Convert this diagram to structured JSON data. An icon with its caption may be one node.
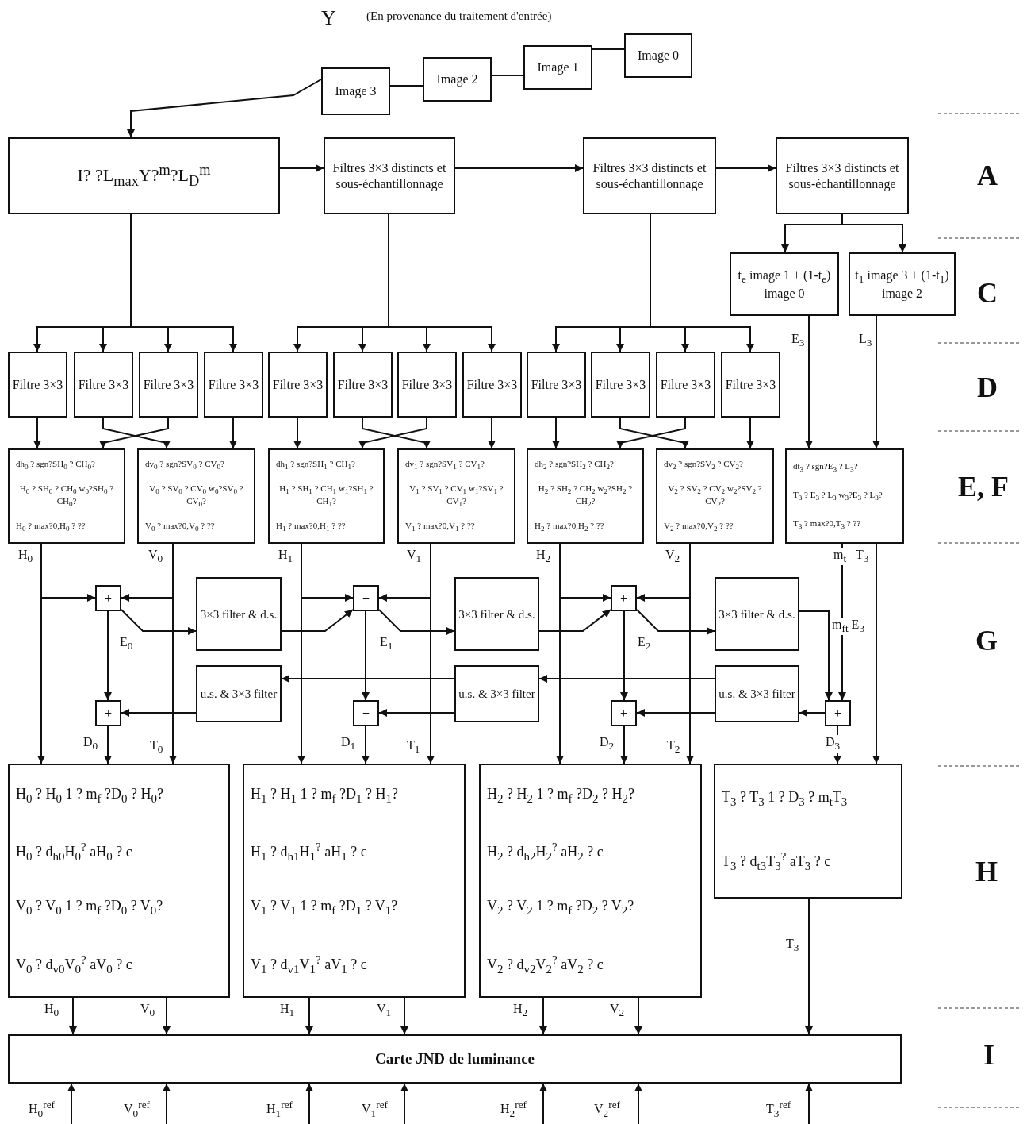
{
  "diagram": {
    "nodes": [
      {
        "text": [
          "Image 3"
        ]
      },
      {
        "text": [
          "Image 2"
        ]
      },
      {
        "text": [
          "Image 1"
        ]
      },
      {
        "text": [
          "Image 0"
        ]
      },
      {
        "text": [
          "I? ?L$_{max}$Y?$^{m}$?L$_{D}$$^{m}$"
        ]
      },
      {
        "text": [
          "Filtres 3×3 distincts et sous-échantillonnage"
        ]
      },
      {
        "text": [
          "Filtres 3×3 distincts et sous-échantillonnage"
        ]
      },
      {
        "text": [
          "Filtres 3×3 distincts et sous-échantillonnage"
        ]
      },
      {
        "text": [
          "t$_{e}$ image 1 + (1-t$_{e}$) image 0"
        ]
      },
      {
        "text": [
          "t$_{1}$ image 3 + (1-t$_{1}$) image 2"
        ]
      },
      {
        "text": [
          "Filtre 3×3"
        ]
      },
      {
        "text": [
          "Filtre 3×3"
        ]
      },
      {
        "text": [
          "Filtre 3×3"
        ]
      },
      {
        "text": [
          "Filtre 3×3"
        ]
      },
      {
        "text": [
          "Filtre 3×3"
        ]
      },
      {
        "text": [
          "Filtre 3×3"
        ]
      },
      {
        "text": [
          "Filtre 3×3"
        ]
      },
      {
        "text": [
          "Filtre 3×3"
        ]
      },
      {
        "text": [
          "Filtre 3×3"
        ]
      },
      {
        "text": [
          "Filtre 3×3"
        ]
      },
      {
        "text": [
          "Filtre 3×3"
        ]
      },
      {
        "text": [
          "Filtre 3×3"
        ]
      },
      {
        "text": [
          "dh$_{0}$ ? sgn?SH$_{0}$ ? CH$_{0}$?",
          "H$_{0}$ ? SH$_{0}$ ? CH$_{0}$ w$_{0}$?SH$_{0}$ ? CH$_{0}$?",
          "H$_{0}$ ? max?0,H$_{0}$ ? ??"
        ]
      },
      {
        "text": [
          "dv$_{0}$ ? sgn?SV$_{0}$ ? CV$_{0}$?",
          "V$_{0}$ ? SV$_{0}$ ? CV$_{0}$ w$_{0}$?SV$_{0}$ ? CV$_{0}$?",
          "V$_{0}$ ? max?0,V$_{0}$ ? ??"
        ]
      },
      {
        "text": [
          "dh$_{1}$ ? sgn?SH$_{1}$ ? CH$_{1}$?",
          "H$_{1}$ ? SH$_{1}$ ? CH$_{1}$ w$_{1}$?SH$_{1}$ ? CH$_{1}$?",
          "H$_{1}$ ? max?0,H$_{1}$ ? ??"
        ]
      },
      {
        "text": [
          "dv$_{1}$ ? sgn?SV$_{1}$ ? CV$_{1}$?",
          "V$_{1}$ ? SV$_{1}$ ? CV$_{1}$ w$_{1}$?SV$_{1}$ ? CV$_{1}$?",
          "V$_{1}$ ? max?0,V$_{1}$ ? ??"
        ]
      },
      {
        "text": [
          "dh$_{2}$ ? sgn?SH$_{2}$ ? CH$_{2}$?",
          "H$_{2}$ ? SH$_{2}$ ? CH$_{2}$ w$_{2}$?SH$_{2}$ ? CH$_{2}$?",
          "H$_{2}$ ? max?0,H$_{2}$ ? ??"
        ]
      },
      {
        "text": [
          "dv$_{2}$ ? sgn?SV$_{2}$ ? CV$_{2}$?",
          "V$_{2}$ ? SV$_{2}$ ? CV$_{2}$ w$_{2}$?SV$_{2}$ ? CV$_{2}$?",
          "V$_{2}$ ? max?0,V$_{2}$ ? ??"
        ]
      },
      {
        "text": [
          "dt$_{3}$ ? sgn?E$_{3}$ ? L$_{3}$?",
          "T$_{3}$ ? E$_{3}$ ? L$_{3}$ w$_{3}$?E$_{3}$ ? L$_{3}$?",
          "T$_{3}$ ? max?0,T$_{3}$ ? ??"
        ]
      },
      {
        "text": [
          "+"
        ]
      },
      {
        "text": [
          "3×3 filter & d.s."
        ]
      },
      {
        "text": [
          "+"
        ]
      },
      {
        "text": [
          "3×3 filter & d.s."
        ]
      },
      {
        "text": [
          "+"
        ]
      },
      {
        "text": [
          "3×3 filter & d.s."
        ]
      },
      {
        "text": [
          "+"
        ]
      },
      {
        "text": [
          "u.s. & 3×3 filter"
        ]
      },
      {
        "text": [
          "+"
        ]
      },
      {
        "text": [
          "u.s. & 3×3 filter"
        ]
      },
      {
        "text": [
          "+"
        ]
      },
      {
        "text": [
          "u.s. & 3×3 filter"
        ]
      },
      {
        "text": [
          "+"
        ]
      },
      {
        "text": [
          "H$_{0}$ ? H$_{0}$ 1 ? m$_{f}$ ?D$_{0}$ ? H$_{0}$?",
          "H$_{0}$ ? d$_{h0}$H$_{0}$$^{?}$ aH$_{0}$ ? c",
          "V$_{0}$ ? V$_{0}$ 1 ? m$_{f}$ ?D$_{0}$ ? V$_{0}$?",
          "V$_{0}$ ? d$_{v0}$V$_{0}$$^{?}$ aV$_{0}$ ? c"
        ]
      },
      {
        "text": [
          "H$_{1}$ ? H$_{1}$ 1 ? m$_{f}$ ?D$_{1}$ ? H$_{1}$?",
          "H$_{1}$ ? d$_{h1}$H$_{1}$$^{?}$ aH$_{1}$ ? c",
          "V$_{1}$ ? V$_{1}$ 1 ? m$_{f}$ ?D$_{1}$ ? V$_{1}$?",
          "V$_{1}$ ? d$_{v1}$V$_{1}$$^{?}$ aV$_{1}$ ? c"
        ]
      },
      {
        "text": [
          "H$_{2}$ ? H$_{2}$ 1 ? m$_{f}$ ?D$_{2}$ ? H$_{2}$?",
          "H$_{2}$ ? d$_{h2}$H$_{2}$$^{?}$ aH$_{2}$ ? c",
          "V$_{2}$ ? V$_{2}$ 1 ? m$_{f}$ ?D$_{2}$ ? V$_{2}$?",
          "V$_{2}$ ? d$_{v2}$V$_{2}$$^{?}$ aV$_{2}$ ? c"
        ]
      },
      {
        "text": [
          "T$_{3}$ ? T$_{3}$ 1 ? D$_{3}$ ? m$_{t}$T$_{3}$",
          "T$_{3}$ ? d$_{t3}$T$_{3}$$^{?}$ aT$_{3}$ ? c"
        ]
      },
      {
        "text": [
          "Carte JND de luminance"
        ]
      }
    ],
    "edges": [
      {
        "from": 3,
        "to": 2,
        "arrow": "none"
      },
      {
        "from": 2,
        "to": 1,
        "arrow": "none"
      },
      {
        "from": 1,
        "to": 0,
        "arrow": "none"
      },
      {
        "from": 0,
        "to": 4,
        "arrow": "to"
      },
      {
        "from": 4,
        "to": 5,
        "arrow": "to"
      },
      {
        "from": 5,
        "to": 6,
        "arrow": "to"
      },
      {
        "from": 6,
        "to": 7,
        "arrow": "to"
      },
      {
        "from": 7,
        "to": 8,
        "arrow": "to"
      },
      {
        "from": 7,
        "to": 9,
        "arrow": "to"
      },
      {
        "from": 4,
        "to": 10,
        "arrow": "to"
      },
      {
        "from": 4,
        "to": 11,
        "arrow": "to"
      },
      {
        "from": 4,
        "to": 12,
        "arrow": "to"
      },
      {
        "from": 4,
        "to": 13,
        "arrow": "to"
      },
      {
        "from": 5,
        "to": 14,
        "arrow": "to"
      },
      {
        "from": 5,
        "to": 15,
        "arrow": "to"
      },
      {
        "from": 5,
        "to": 16,
        "arrow": "to"
      },
      {
        "from": 5,
        "to": 17,
        "arrow": "to"
      },
      {
        "from": 6,
        "to": 18,
        "arrow": "to"
      },
      {
        "from": 6,
        "to": 19,
        "arrow": "to"
      },
      {
        "from": 6,
        "to": 20,
        "arrow": "to"
      },
      {
        "from": 6,
        "to": 21,
        "arrow": "to"
      },
      {
        "from": 8,
        "to": 28,
        "arrow": "to",
        "label": "E$_{3}$"
      },
      {
        "from": 9,
        "to": 28,
        "arrow": "to",
        "label": "L$_{3}$"
      },
      {
        "from": 10,
        "to": 22,
        "arrow": "to"
      },
      {
        "from": 11,
        "to": 23,
        "arrow": "to"
      },
      {
        "from": 12,
        "to": 22,
        "arrow": "to"
      },
      {
        "from": 13,
        "to": 23,
        "arrow": "to"
      },
      {
        "from": 14,
        "to": 24,
        "arrow": "to"
      },
      {
        "from": 15,
        "to": 25,
        "arrow": "to"
      },
      {
        "from": 16,
        "to": 24,
        "arrow": "to"
      },
      {
        "from": 17,
        "to": 25,
        "arrow": "to"
      },
      {
        "from": 18,
        "to": 26,
        "arrow": "to"
      },
      {
        "from": 19,
        "to": 27,
        "arrow": "to"
      },
      {
        "from": 20,
        "to": 26,
        "arrow": "to"
      },
      {
        "from": 21,
        "to": 27,
        "arrow": "to"
      },
      {
        "from": 22,
        "to": 29,
        "arrow": "to"
      },
      {
        "from": 23,
        "to": 29,
        "arrow": "to",
        "label": "V$_{0}$"
      },
      {
        "from": 22,
        "to": 42,
        "arrow": "to",
        "label": "H$_{0}$"
      },
      {
        "from": 23,
        "to": 42,
        "arrow": "to",
        "label": "T$_{0}$"
      },
      {
        "from": 29,
        "to": 30,
        "arrow": "to",
        "label": "E$_{0}$"
      },
      {
        "from": 29,
        "to": 35,
        "arrow": "to"
      },
      {
        "from": 30,
        "to": 31,
        "arrow": "to"
      },
      {
        "from": 24,
        "to": 31,
        "arrow": "to"
      },
      {
        "from": 25,
        "to": 31,
        "arrow": "to",
        "label": "V$_{1}$"
      },
      {
        "from": 24,
        "to": 43,
        "arrow": "to",
        "label": "H$_{1}$"
      },
      {
        "from": 25,
        "to": 43,
        "arrow": "to",
        "label": "T$_{1}$"
      },
      {
        "from": 31,
        "to": 32,
        "arrow": "to",
        "label": "E$_{1}$"
      },
      {
        "from": 31,
        "to": 37,
        "arrow": "to"
      },
      {
        "from": 32,
        "to": 33,
        "arrow": "to"
      },
      {
        "from": 26,
        "to": 33,
        "arrow": "to"
      },
      {
        "from": 27,
        "to": 33,
        "arrow": "to",
        "label": "V$_{2}$"
      },
      {
        "from": 26,
        "to": 44,
        "arrow": "to",
        "label": "H$_{2}$"
      },
      {
        "from": 27,
        "to": 44,
        "arrow": "to",
        "label": "T$_{2}$"
      },
      {
        "from": 33,
        "to": 34,
        "arrow": "to",
        "label": "E$_{2}$"
      },
      {
        "from": 33,
        "to": 39,
        "arrow": "to"
      },
      {
        "from": 34,
        "to": 41,
        "arrow": "to",
        "label": "m$_{ft}$ E$_{3}$"
      },
      {
        "from": 28,
        "to": 41,
        "arrow": "to",
        "label": "m$_{t}$"
      },
      {
        "from": 28,
        "to": 45,
        "arrow": "to",
        "label": "T$_{3}$"
      },
      {
        "from": 41,
        "to": 40,
        "arrow": "to"
      },
      {
        "from": 40,
        "to": 38,
        "arrow": "to"
      },
      {
        "from": 40,
        "to": 39,
        "arrow": "to"
      },
      {
        "from": 38,
        "to": 36,
        "arrow": "to"
      },
      {
        "from": 38,
        "to": 37,
        "arrow": "to"
      },
      {
        "from": 36,
        "to": 35,
        "arrow": "to"
      },
      {
        "from": 35,
        "to": 42,
        "arrow": "to",
        "label": "D$_{0}$"
      },
      {
        "from": 37,
        "to": 43,
        "arrow": "to",
        "label": "D$_{1}$"
      },
      {
        "from": 39,
        "to": 44,
        "arrow": "to",
        "label": "D$_{2}$"
      },
      {
        "from": 41,
        "to": 45,
        "arrow": "to",
        "label": "D$_{3}$"
      },
      {
        "from": 42,
        "to": 46,
        "arrow": "to",
        "label": "H$_{0}$"
      },
      {
        "from": 42,
        "to": 46,
        "arrow": "to",
        "label": "V$_{0}$"
      },
      {
        "from": 43,
        "to": 46,
        "arrow": "to",
        "label": "H$_{1}$"
      },
      {
        "from": 43,
        "to": 46,
        "arrow": "to",
        "label": "V$_{1}$"
      },
      {
        "from": 44,
        "to": 46,
        "arrow": "to",
        "label": "H$_{2}$"
      },
      {
        "from": 44,
        "to": 46,
        "arrow": "to",
        "label": "V$_{2}$"
      },
      {
        "from": 45,
        "to": 46,
        "arrow": "to",
        "label": "T$_{3}$"
      },
      {
        "from": null,
        "to": 46,
        "arrow": "to",
        "label": "H$_{0}$$^{ref}$"
      },
      {
        "from": null,
        "to": 46,
        "arrow": "to",
        "label": "V$_{0}$$^{ref}$"
      },
      {
        "from": null,
        "to": 46,
        "arrow": "to",
        "label": "H$_{1}$$^{ref}$"
      },
      {
        "from": null,
        "to": 46,
        "arrow": "to",
        "label": "V$_{1}$$^{ref}$"
      },
      {
        "from": null,
        "to": 46,
        "arrow": "to",
        "label": "H$_{2}$$^{ref}$"
      },
      {
        "from": null,
        "to": 46,
        "arrow": "to",
        "label": "V$_{2}$$^{ref}$"
      },
      {
        "from": null,
        "to": 46,
        "arrow": "to",
        "label": "T$_{3}$$^{ref}$"
      }
    ],
    "labels": [
      "Y",
      "(En provenance du traitement d'entrée)",
      "A",
      "C",
      "D",
      "E, F",
      "G",
      "H",
      "I"
    ]
  }
}
